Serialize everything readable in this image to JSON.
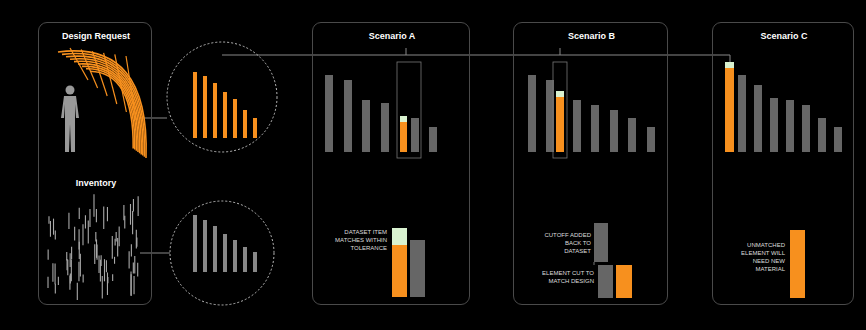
{
  "diagram": {
    "nodes": [
      {
        "text": [
          "Design Request",
          "Inventory"
        ]
      },
      {
        "text": [
          "Scenario A",
          "DATASET ITEM MATCHES WITHIN TOLERANCE"
        ]
      },
      {
        "text": [
          "Scenario B",
          "CUTOFF ADDED BACK TO DATASET",
          "ELEMENT CUT TO MATCH DESIGN"
        ]
      },
      {
        "text": [
          "Scenario C",
          "UNMATCHED ELEMENT WILL NEED NEW MATERIAL"
        ]
      }
    ]
  }
}
